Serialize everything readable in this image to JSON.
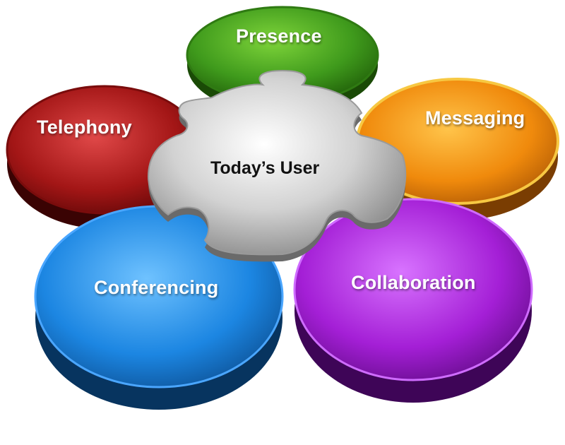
{
  "center": {
    "label": "Today’s User",
    "color": "#c9c9c9"
  },
  "petals": [
    {
      "id": "presence",
      "label": "Presence",
      "color": "#3f9a1c"
    },
    {
      "id": "messaging",
      "label": "Messaging",
      "color": "#f08a0c"
    },
    {
      "id": "collaboration",
      "label": "Collaboration",
      "color": "#a41fd6"
    },
    {
      "id": "conferencing",
      "label": "Conferencing",
      "color": "#1c86e2"
    },
    {
      "id": "telephony",
      "label": "Telephony",
      "color": "#a31616"
    }
  ]
}
